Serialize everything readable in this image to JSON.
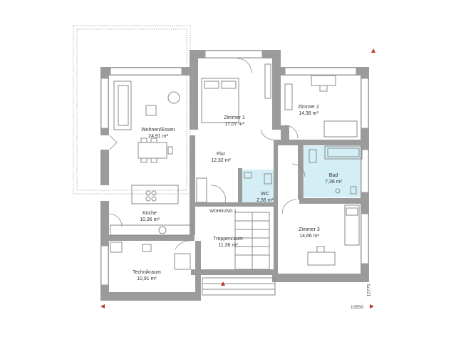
{
  "rooms": {
    "wohnen": {
      "name": "Wohnen/Essen",
      "area": "24,91 m²"
    },
    "kueche": {
      "name": "Küche",
      "area": "10,36 m²"
    },
    "zimmer1": {
      "name": "Zimmer 1",
      "area": "17,07 m²"
    },
    "zimmer2": {
      "name": "Zimmer 2",
      "area": "14,38 m²"
    },
    "flur": {
      "name": "Flur",
      "area": "12,32 m²"
    },
    "bad": {
      "name": "Bad",
      "area": "7,36 m²"
    },
    "wc": {
      "name": "WC",
      "area": "2,56 m²"
    },
    "zimmer3": {
      "name": "Zimmer 3",
      "area": "14,66 m²"
    },
    "treppenraum": {
      "name": "Treppenraum",
      "area": "11,36 m²"
    },
    "technikraum": {
      "name": "Technikraum",
      "area": "10,91 m²"
    }
  },
  "wohnung_label": "WOHNUNG 1",
  "dimensions": {
    "width": "13550",
    "depth": "12775"
  },
  "colors": {
    "wall": "#9b9b9b",
    "furniture": "#8a8a8a",
    "wet_area": "#d4eef5",
    "marker": "#c0392b",
    "terrace": "#b5b5b5"
  }
}
